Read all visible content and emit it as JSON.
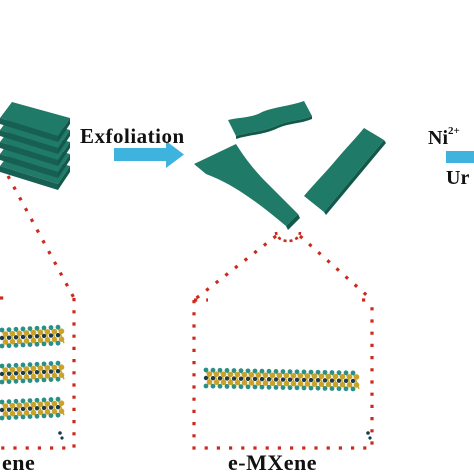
{
  "labels": {
    "exfoliation": "Exfoliation",
    "emxene": "e-MXene",
    "mxene_partial": "ene",
    "ni": "Ni",
    "ni_charge": "2+",
    "ur_partial": "Ur"
  },
  "colors": {
    "sheet": "#1f7a68",
    "sheet_dark": "#12594b",
    "arrow": "#3eb3dd",
    "dotted": "#cc2a1c",
    "atom_gold": "#c9a227",
    "atom_teal": "#2a8f86",
    "atom_dark": "#1c3a48"
  }
}
